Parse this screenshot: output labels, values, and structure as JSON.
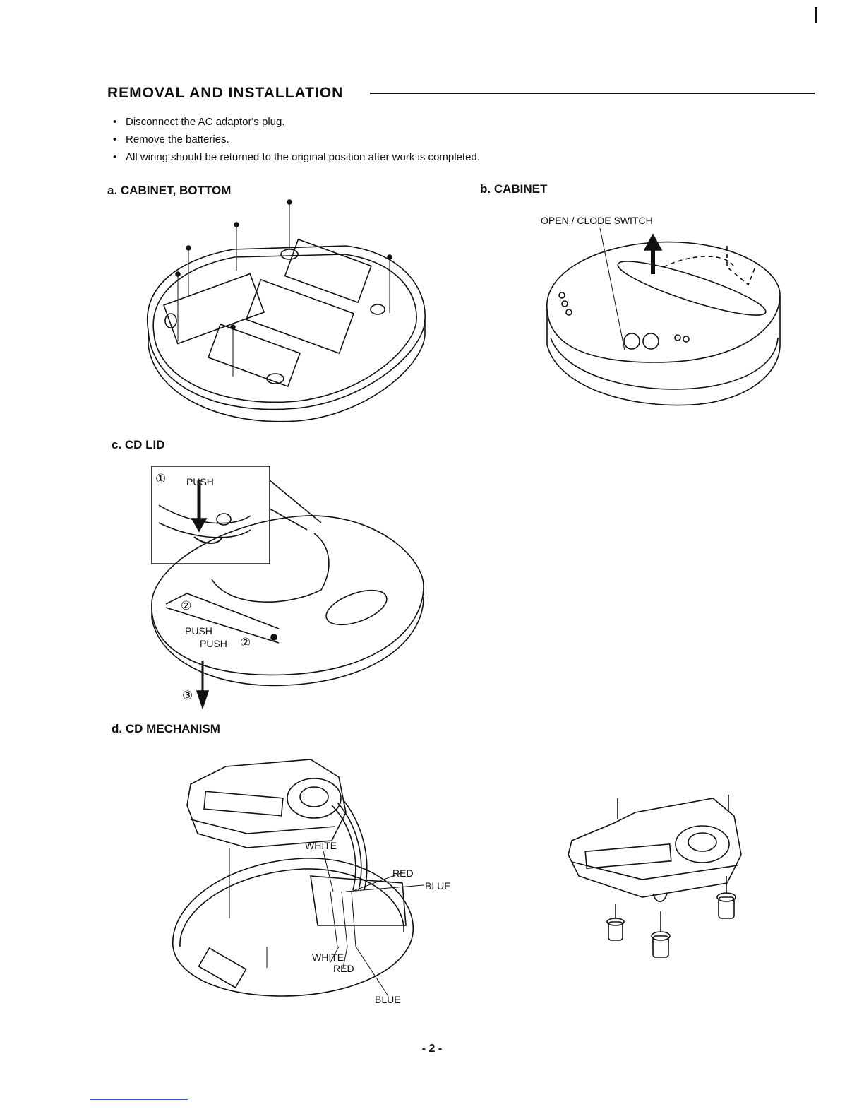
{
  "page": {
    "title": "REMOVAL AND INSTALLATION",
    "instructions": [
      "Disconnect the AC adaptor's plug.",
      "Remove the batteries.",
      "All wiring should be returned to the original position after work is completed."
    ],
    "page_number": "- 2 -"
  },
  "sections": {
    "a": {
      "heading": "a. CABINET, BOTTOM"
    },
    "b": {
      "heading": "b. CABINET",
      "label_switch": "OPEN / CLODE SWITCH"
    },
    "c": {
      "heading": "c. CD LID",
      "step1_number": "①",
      "push_label": "PUSH",
      "push2_label": "PUSH",
      "push3_label": "PUSH",
      "step2_number": "②",
      "step3_number": "③"
    },
    "d": {
      "heading": "d. CD MECHANISM",
      "wire_white_top": "WHITE",
      "wire_red_top": "RED",
      "wire_blue_top": "BLUE",
      "wire_white_bottom": "WHITE",
      "wire_red_bottom": "RED",
      "wire_blue_bottom": "BLUE"
    }
  }
}
